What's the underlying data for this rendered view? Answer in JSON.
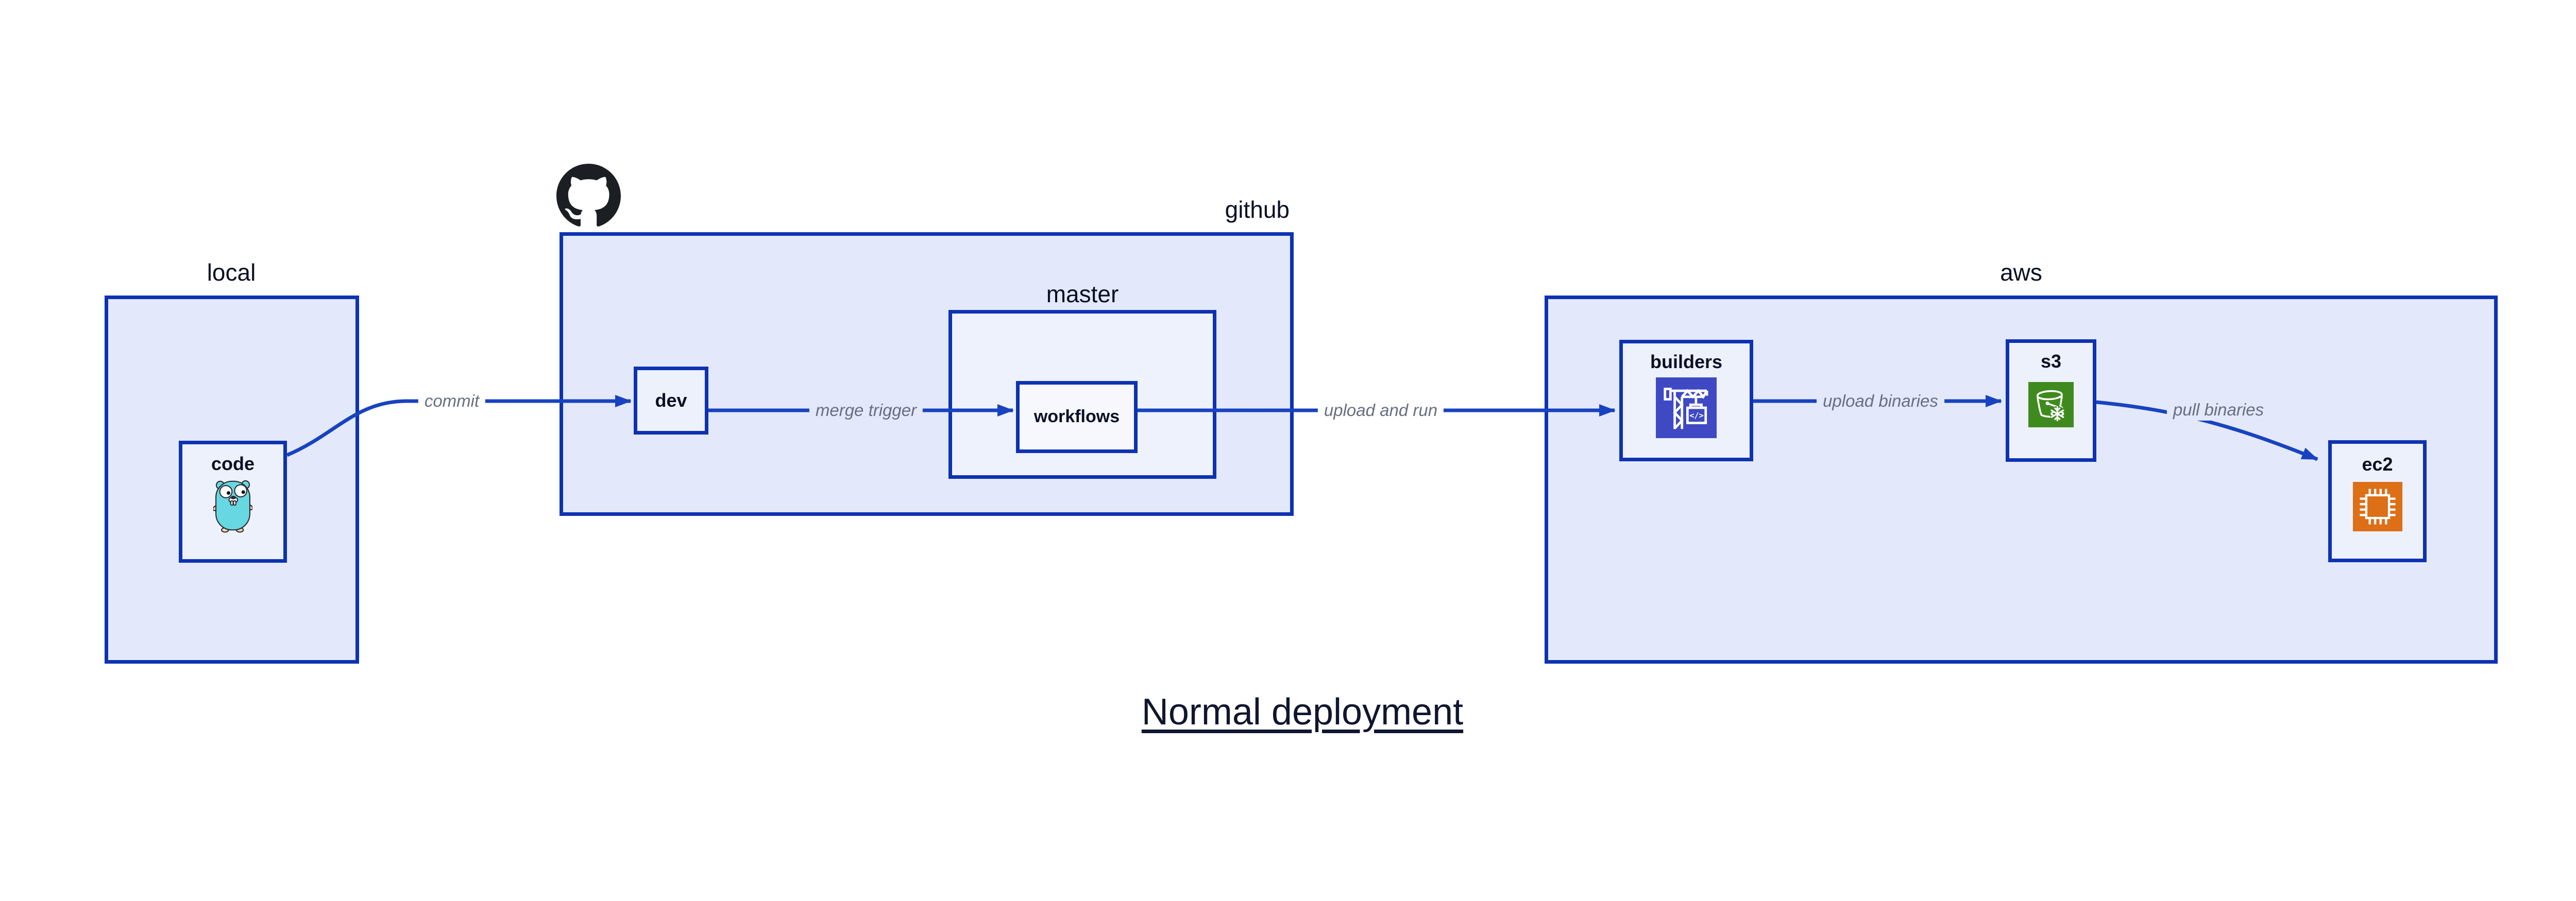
{
  "title": {
    "text": "Normal deployment"
  },
  "containers": {
    "local": {
      "label": "local"
    },
    "github": {
      "label": "github"
    },
    "master": {
      "label": "master"
    },
    "aws": {
      "label": "aws"
    }
  },
  "nodes": {
    "code": {
      "label": "code"
    },
    "dev": {
      "label": "dev"
    },
    "workflows": {
      "label": "workflows"
    },
    "builders": {
      "label": "builders"
    },
    "s3": {
      "label": "s3"
    },
    "ec2": {
      "label": "ec2"
    }
  },
  "edges": {
    "commit": {
      "label": "commit",
      "from": "code",
      "to": "dev"
    },
    "merge_trigger": {
      "label": "merge trigger",
      "from": "dev",
      "to": "workflows"
    },
    "upload_and_run": {
      "label": "upload and run",
      "from": "workflows",
      "to": "builders"
    },
    "upload_binaries": {
      "label": "upload binaries",
      "from": "builders",
      "to": "s3"
    },
    "pull_binaries": {
      "label": "pull binaries",
      "from": "s3",
      "to": "ec2"
    }
  },
  "icons": {
    "gopher": {
      "name": "go-gopher-icon"
    },
    "github": {
      "name": "github-logo-icon"
    },
    "codebuild": {
      "name": "codebuild-crane-icon",
      "glyph": "</>"
    },
    "s3_glacier": {
      "name": "s3-glacier-bucket-icon"
    },
    "ec2_chip": {
      "name": "ec2-chip-icon"
    }
  },
  "colors": {
    "canvas": "#ffffff",
    "container_fill": "#e3e9fa",
    "nested_container_fill": "#eef2fd",
    "node_fill": "#edf1fc",
    "inner_node_fill": "#f6f8fe",
    "border_blue": "#0d32b2",
    "edge_blue": "#1843c0",
    "text_navy": "#0a0f25",
    "edge_label_gray": "#686e80",
    "gopher_teal": "#67d7e2",
    "codebuild_indigo": "#3e49c3",
    "s3_glacier_green": "#3e8a1e",
    "ec2_orange": "#dd6f17",
    "github_black": "#1b1f23"
  }
}
